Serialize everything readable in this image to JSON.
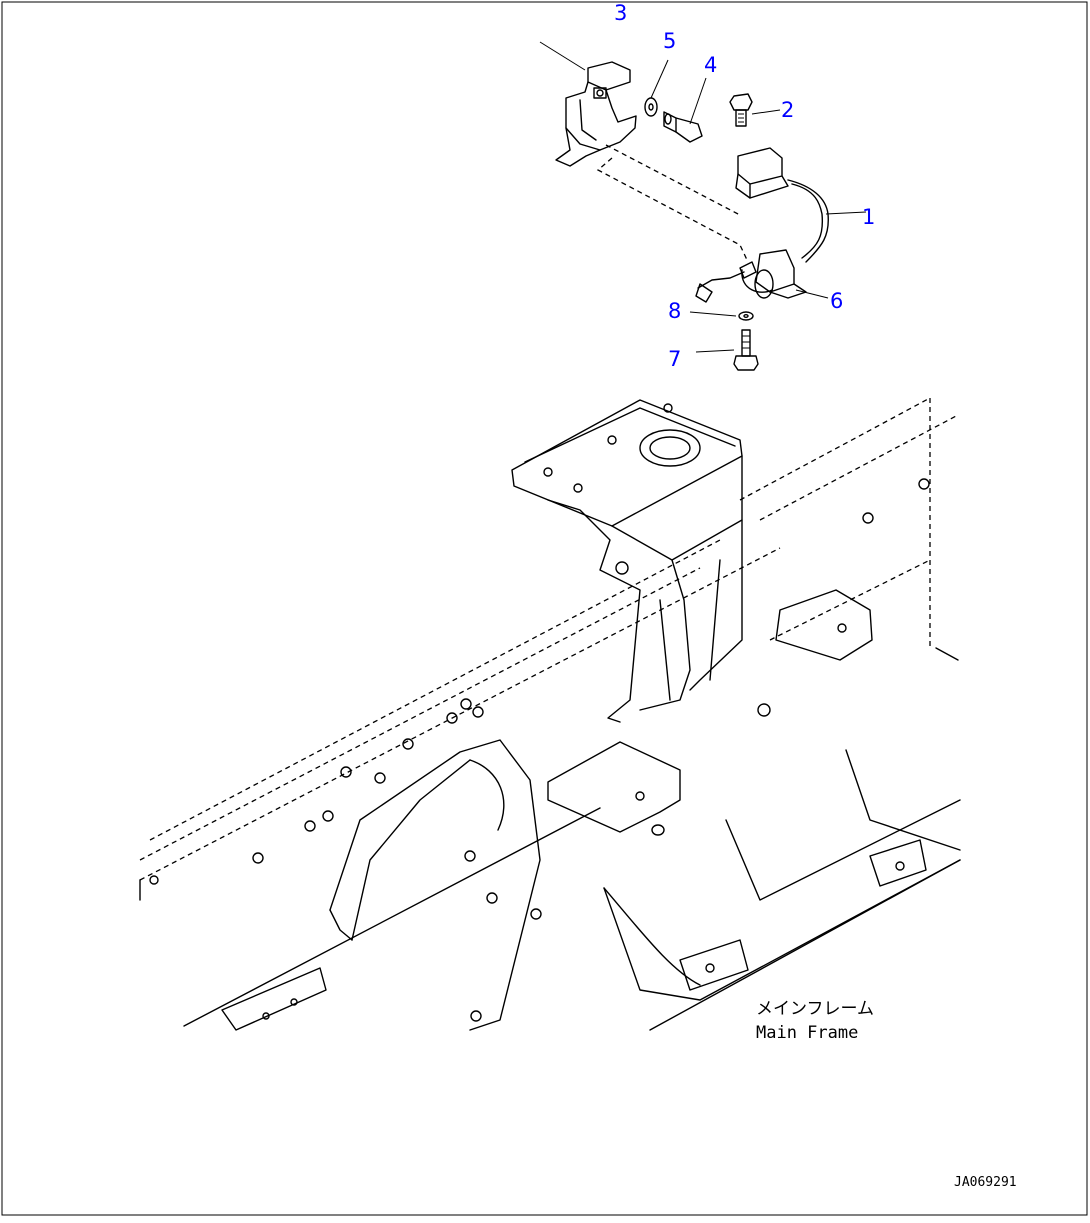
{
  "callouts": [
    {
      "id": "1",
      "label": "1"
    },
    {
      "id": "2",
      "label": "2"
    },
    {
      "id": "3",
      "label": "3"
    },
    {
      "id": "4",
      "label": "4"
    },
    {
      "id": "5",
      "label": "5"
    },
    {
      "id": "6",
      "label": "6"
    },
    {
      "id": "7",
      "label": "7"
    },
    {
      "id": "8",
      "label": "8"
    }
  ],
  "frame_label": {
    "japanese": "メインフレーム",
    "english": "Main Frame"
  },
  "drawing_code": "JA069291",
  "colors": {
    "callout": "#0000ff",
    "linework": "#000000",
    "background": "#ffffff"
  }
}
